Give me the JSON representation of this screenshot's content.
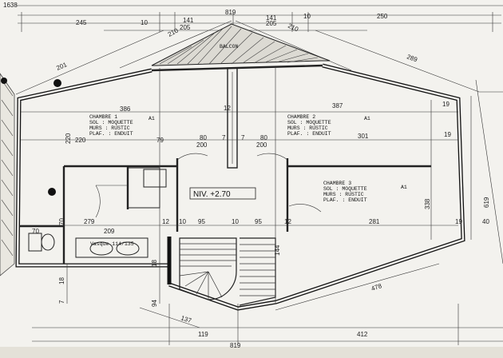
{
  "dimensions": {
    "top_left": "1638",
    "top_overall": "819",
    "top_245": "245",
    "top_10a": "10",
    "top_141a": "141",
    "top_141b": "141",
    "top_10b": "10",
    "top_250": "250",
    "top_205a": "205",
    "top_205b": "205",
    "diag_ul": "201",
    "diag_ur": "289",
    "diag_roof_l": "210",
    "diag_roof_r": "210",
    "ch1_width": "386",
    "ch2_width": "387",
    "mid_12": "12",
    "inner_19": "19",
    "r_220": "220",
    "r_79": "79",
    "r_80a": "80",
    "r_7a": "7",
    "r_7b": "7",
    "r_80b": "80",
    "r_301": "301",
    "r_19b": "19",
    "hall_200a": "200",
    "hall_200b": "200",
    "r_279": "279",
    "r_12b": "12",
    "r_10c": "10",
    "r_95a": "95",
    "r_10d": "10",
    "r_95b": "95",
    "r_12c": "12",
    "r_281": "281",
    "r_19c": "19",
    "r_40": "40",
    "r_209": "209",
    "r_70": "70",
    "stair_144": "144",
    "right_619": "619",
    "right_338": "338",
    "left_220": "220",
    "left_70": "70",
    "left_18": "18",
    "diag_bl": "137",
    "diag_br": "478",
    "bot_119": "119",
    "bot_412": "412",
    "bot_819": "819",
    "v_7": "7",
    "v_18": "18",
    "v_94": "94"
  },
  "rooms": {
    "chambre1": {
      "title": "CHAMBRE 1",
      "l1": "SOL : MOQUETTE",
      "l2": "MURS : RUSTIC",
      "l3": "PLAF. : ENDUIT",
      "tag": "A1"
    },
    "chambre2": {
      "title": "CHAMBRE 2",
      "l1": "SOL : MOQUETTE",
      "l2": "MURS : RUSTIC",
      "l3": "PLAF. : ENDUIT",
      "tag": "A1"
    },
    "chambre3": {
      "title": "CHAMBRE 3",
      "l1": "SOL : MOQUETTE",
      "l2": "MURS : RUSTIC",
      "l3": "PLAF. : ENDUIT",
      "tag": "A1"
    }
  },
  "labels": {
    "balcony": "BALCON",
    "level": "NIV. +2.70",
    "vanity": "Vasque 114/135"
  }
}
